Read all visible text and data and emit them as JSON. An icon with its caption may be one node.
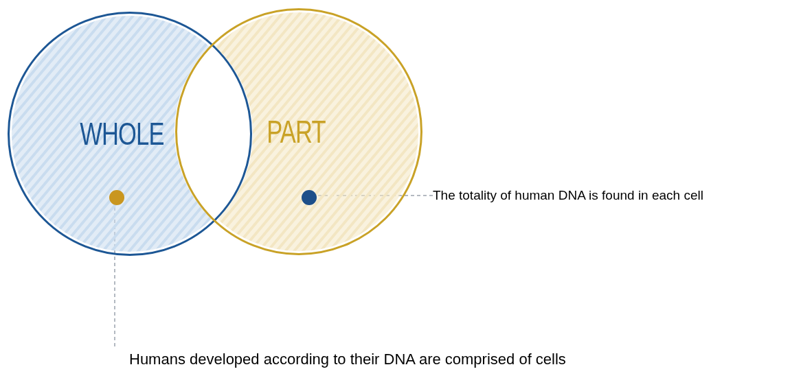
{
  "diagram": {
    "nodes": [
      {
        "text": [
          "WHOLE"
        ]
      },
      {
        "text": [
          "PART"
        ]
      },
      {
        "text": [],
        "shape": "circle",
        "in": 0
      },
      {
        "text": [],
        "shape": "circle",
        "in": 1
      },
      {
        "text": [
          "The totality of human DNA is found in each cell"
        ]
      },
      {
        "text": [
          "Humans developed according to their DNA are comprised of cells"
        ]
      }
    ],
    "edges": [
      {
        "from": 4,
        "to": 3,
        "arrow": "none",
        "style": "dashed"
      },
      {
        "from": 5,
        "to": 2,
        "arrow": "none",
        "style": "dashed"
      }
    ]
  }
}
